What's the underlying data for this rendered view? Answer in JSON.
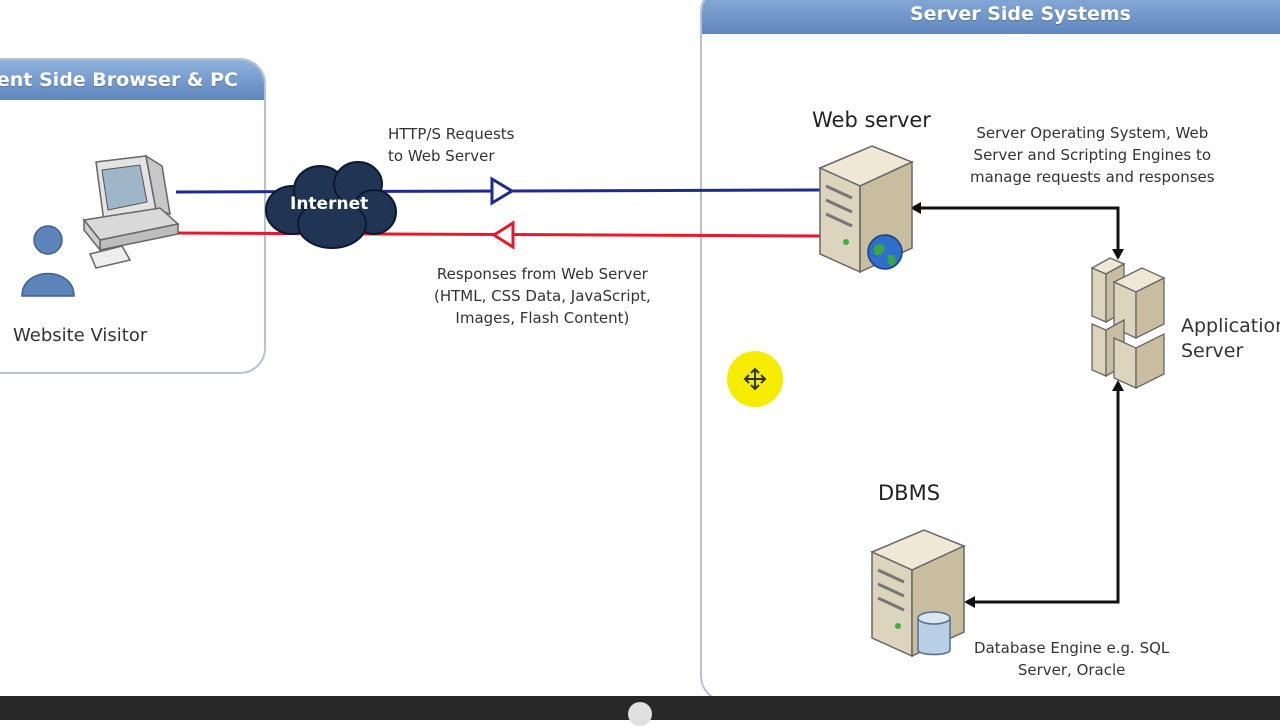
{
  "panels": {
    "client_title": "ent Side Browser & PC",
    "server_title": "Server Side Systems"
  },
  "client": {
    "visitor_label": "Website Visitor"
  },
  "network": {
    "internet_label": "Internet",
    "request_label": "HTTP/S Requests\nto Web Server",
    "response_label": "Responses from Web Server\n(HTML, CSS Data, JavaScript,\nImages, Flash Content)"
  },
  "server": {
    "web_server_title": "Web server",
    "web_server_desc": "Server Operating System, Web\nServer and Scripting Engines to\nmanage requests and responses",
    "app_server_label": "Application\nServer",
    "dbms_title": "DBMS",
    "dbms_desc": "Database Engine e.g. SQL\nServer, Oracle"
  },
  "colors": {
    "request_line": "#1f2a8f",
    "response_line": "#e8192c",
    "panel_border": "#b8c0d6",
    "panel_header": "#6f93c6",
    "cursor_highlight": "#f5ec00"
  },
  "icons": [
    "computer-icon",
    "user-icon",
    "cloud-icon",
    "server-icon",
    "globe-icon",
    "database-icon",
    "move-cursor-icon"
  ]
}
